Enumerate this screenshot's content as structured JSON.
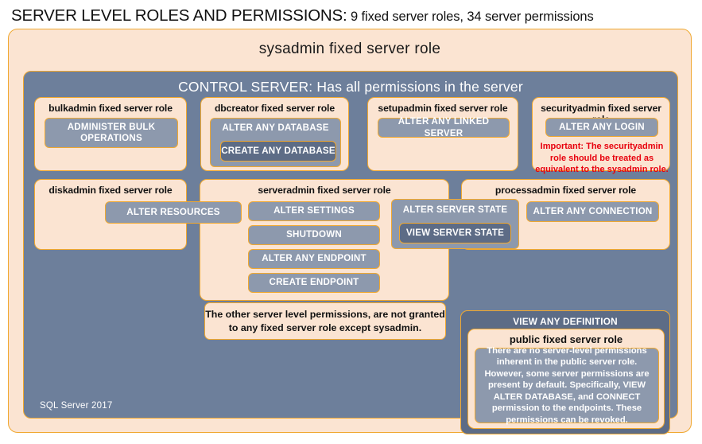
{
  "title": {
    "main": "SERVER LEVEL ROLES AND PERMISSIONS:",
    "sub": " 9 fixed server roles, 34 server permissions"
  },
  "sysadmin": {
    "label": "sysadmin fixed server role"
  },
  "control_server": {
    "label": "CONTROL SERVER: Has all permissions in the server",
    "footer": "SQL Server 2017"
  },
  "roles": {
    "bulkadmin": {
      "title": "bulkadmin fixed server role",
      "permissions": [
        {
          "label": "ADMINISTER  BULK\nOPERATIONS"
        }
      ]
    },
    "dbcreator": {
      "title": "dbcreator fixed server role",
      "permissions": [
        {
          "label": "ALTER ANY DATABASE"
        },
        {
          "label": "CREATE  ANY DATABASE"
        }
      ]
    },
    "setupadmin": {
      "title": "setupadmin fixed server role",
      "permissions": [
        {
          "label": "ALTER ANY LINKED SERVER"
        }
      ]
    },
    "securityadmin": {
      "title": "securityadmin fixed server role",
      "permissions": [
        {
          "label": "ALTER ANY LOGIN"
        }
      ],
      "note": "Important:  The securityadmin\nrole should  be treated  as\nequivalent to the  sysadmin role."
    },
    "diskadmin": {
      "title": "diskadmin fixed server role",
      "permissions": [
        {
          "label": "ALTER RESOURCES"
        }
      ]
    },
    "serveradmin": {
      "title": "serveradmin fixed server role",
      "permissions": [
        {
          "label": "ALTER SETTINGS"
        },
        {
          "label": "SHUTDOWN"
        },
        {
          "label": "ALTER ANY ENDPOINT"
        },
        {
          "label": "CREATE  ENDPOINT"
        },
        {
          "label": "ALTER SERVER STATE"
        },
        {
          "label": "VIEW SERVER STATE"
        }
      ]
    },
    "processadmin": {
      "title": "processadmin fixed server role",
      "permissions": [
        {
          "label": "ALTER ANY CONNECTION"
        }
      ]
    },
    "public": {
      "group_label": "VIEW ANY DEFINITION",
      "title": "public  fixed server role",
      "body": "There are no server-level permissions inherent in the public server role. However, some server permissions are present by default. Specifically, VIEW ALTER DATABASE, and CONNECT permission to the endpoints. These permissions can be revoked."
    }
  },
  "notes": {
    "other_permissions": "The other server level permissions,  are not granted\nto any fixed server role except sysadmin."
  },
  "colors": {
    "peach_fill": "#fbe4d2",
    "gold_border": "#f0a830",
    "slate_panel": "#6d7f9b",
    "slate_chip": "#8d99ad",
    "slate_chip_dark": "#5d6c86",
    "red_note": "#e8000d",
    "text_dark": "#111111",
    "text_light": "#ffffff"
  }
}
